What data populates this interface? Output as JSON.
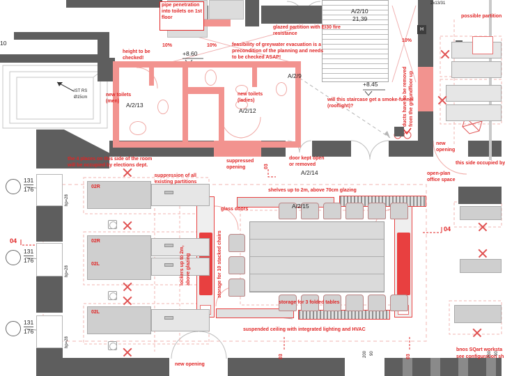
{
  "colors": {
    "red": "#e02525",
    "pink": "#f2938f",
    "brightred": "#e84040",
    "dark": "#5e5e5e",
    "furn": "#d8d8d8",
    "lred": "#f0a8a4"
  },
  "rooms": {
    "a29": "A/2/9",
    "a210": "A/2/10",
    "a210_area": "21,39",
    "a212": "A/2/12",
    "a213": "A/2/13",
    "a214": "A/2/14",
    "a215": "A/2/15"
  },
  "levels": {
    "upper": "+8.60",
    "stair": "+8.45"
  },
  "slope": "10%",
  "notes": {
    "pipe": "pipe penetration into toilets on 1st floor",
    "glazed": "glazed partition with EI30 fire resistance",
    "possible": "possible partition",
    "height": "height to be checked!",
    "feasibility": "feasibility of greywater evacuation is a precondition of the planning and needs to be checked ASAP!",
    "smoke": "will this staircase get a smoke-funnel (rooflight)?",
    "ducts1": "ducts have to be removed",
    "ducts2": "from the groundfloor up",
    "men": "new toilets (men)",
    "ladies": "new toilets (ladies)",
    "suppressed": "suppressed opening",
    "door_kept": "door kept open or removed",
    "new_opening": "new opening",
    "this_side": "this side occupied by",
    "open_plan": "open-plan office space",
    "elections": "the 4 places on this side of the room will be occupied by elections dept.",
    "suppression": "suppression of all existing partitions",
    "shelves": "shelves up to 2m, above 70cm glazing",
    "glass_doors": "glass doors",
    "lockers1": "lockers up to 2m,",
    "lockers2": "above glazing",
    "chair_storage": "storage for 10 stacked chairs",
    "table_storage": "storage for 3 folded tables",
    "ceiling": "suspended ceiling with integrated lighting and HVAC",
    "workstations1": "bnos SQart worksta",
    "workstations2": "see configuration sh"
  },
  "markers": {
    "m03": "03",
    "m04": "04",
    "door_h": "H"
  },
  "dims": {
    "win_w": "131",
    "win_h": "176",
    "hp": "hp=28",
    "stair_dim": "2x13/31",
    "d200": "200",
    "d90": "90",
    "edge": "10",
    "ist1": "IST RS",
    "ist2": "Ø15cm"
  },
  "desks": {
    "r": "02R",
    "l": "02L"
  }
}
